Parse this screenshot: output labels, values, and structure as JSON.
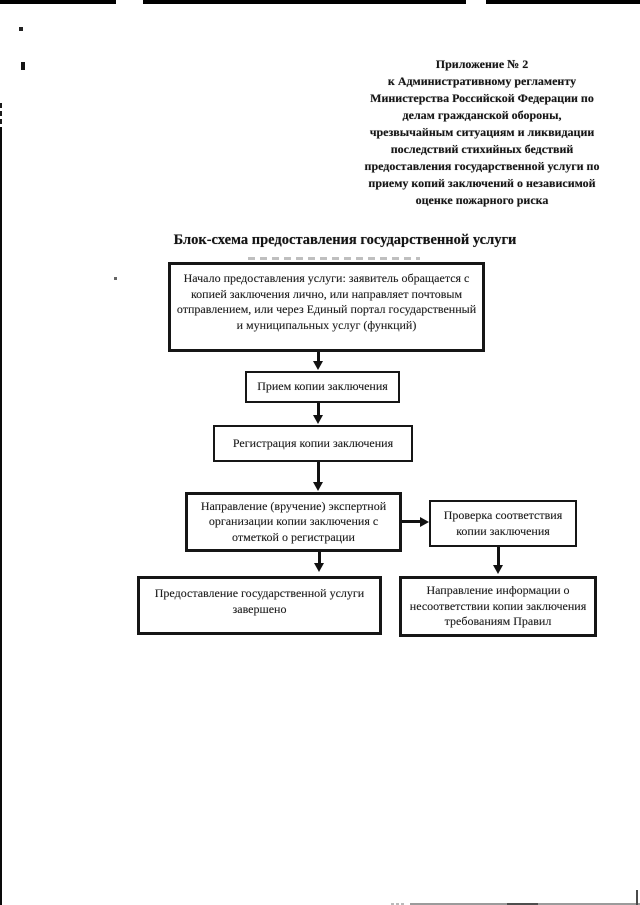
{
  "document": {
    "header": "Приложение № 2\nк Административному регламенту\nМинистерства Российской Федерации по\nделам гражданской обороны,\nчрезвычайным ситуациям и ликвидации\nпоследствий стихийных бедствий\nпредоставления государственной услуги по\nприему копий заключений о независимой\nоценке пожарного риска",
    "title": "Блок-схема предоставления государственной услуги"
  },
  "flowchart": {
    "nodes": [
      {
        "id": "start",
        "label": "Начало предоставления услуги: заявитель обращается с\nкопией заключения лично, или направляет почтовым\nотправлением, или через Единый портал государственный\nи муниципальных услуг (функций)"
      },
      {
        "id": "accept",
        "label": "Прием копии заключения"
      },
      {
        "id": "register",
        "label": "Регистрация копии заключения"
      },
      {
        "id": "send",
        "label": "Направление (вручение) экспертной\nорганизации копии заключения с\nотметкой о регистрации"
      },
      {
        "id": "check",
        "label": "Проверка соответствия\nкопии заключения"
      },
      {
        "id": "done",
        "label": "Предоставление государственной услуги\nзавершено"
      },
      {
        "id": "mismatch",
        "label": "Направление информации о\nнесоответствии копии заключения\nтребованиям Правил"
      }
    ],
    "edges": [
      {
        "from": "start",
        "to": "accept"
      },
      {
        "from": "accept",
        "to": "register"
      },
      {
        "from": "register",
        "to": "send"
      },
      {
        "from": "send",
        "to": "check"
      },
      {
        "from": "send",
        "to": "done"
      },
      {
        "from": "check",
        "to": "mismatch"
      }
    ]
  },
  "colors": {
    "ink": "#1b1b1b",
    "paper": "#ffffff",
    "node_border": "#161616",
    "faint_scan_line": "#9b9b9b"
  }
}
